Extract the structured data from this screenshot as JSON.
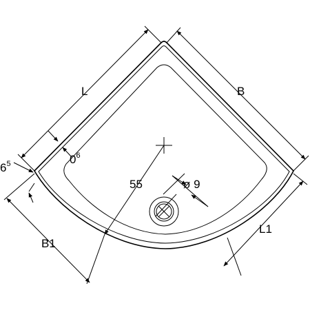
{
  "drawing": {
    "labels": {
      "L": "L",
      "B": "B",
      "L1": "L1",
      "B1": "B1",
      "radius": "55",
      "drain_diameter": "ø 9",
      "edge_offset_base": "0",
      "edge_offset_sup": "6",
      "rim_height_base": "6",
      "rim_height_sup": "5"
    }
  }
}
